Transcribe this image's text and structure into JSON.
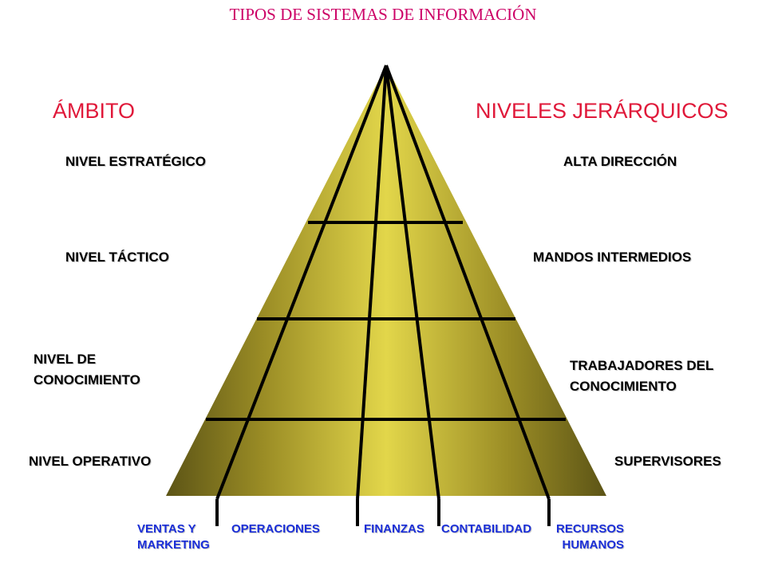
{
  "title": "TIPOS DE SISTEMAS DE INFORMACIÓN",
  "headings": {
    "left": "ÁMBITO",
    "right": "NIVELES JERÁRQUICOS"
  },
  "ambito": {
    "estrategico": "NIVEL ESTRATÉGICO",
    "tactico": "NIVEL TÁCTICO",
    "conocimiento": "NIVEL DE\nCONOCIMIENTO",
    "operativo": "NIVEL OPERATIVO"
  },
  "jerarquia": {
    "alta": "ALTA DIRECCIÓN",
    "mandos": "MANDOS INTERMEDIOS",
    "trabajadores": "TRABAJADORES DEL\nCONOCIMIENTO",
    "supervisores": "SUPERVISORES"
  },
  "areas": {
    "ventas": "VENTAS Y\nMARKETING",
    "operaciones": "OPERACIONES",
    "finanzas": "FINANZAS",
    "contabilidad": "CONTABILIDAD",
    "rrhh": "RECURSOS\nHUMANOS"
  },
  "colors": {
    "title": "#cc0066",
    "heading": "#e0193a",
    "area": "#1a2ed8",
    "pyramid": "#d9cc40"
  }
}
